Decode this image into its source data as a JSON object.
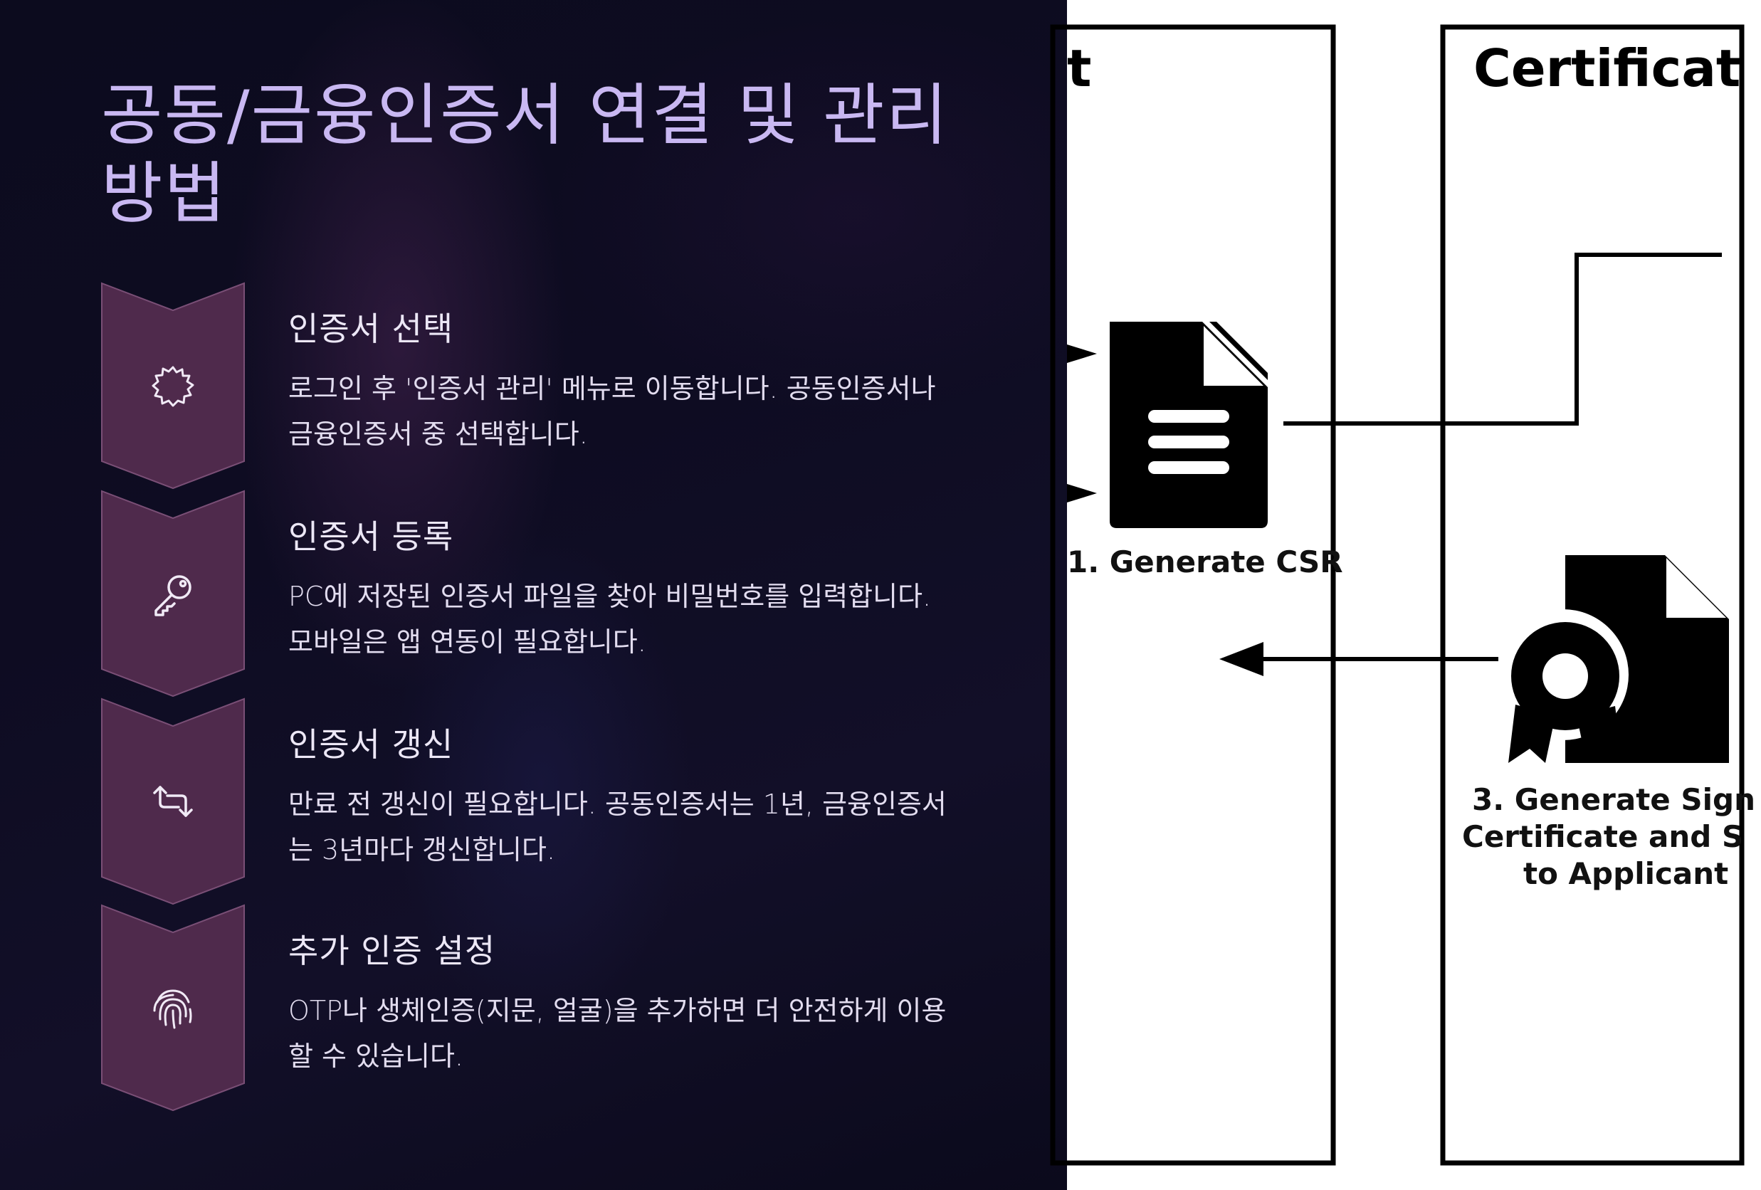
{
  "slide": {
    "title_line1": "공동/금융인증서 연결 및 관리",
    "title_line2": "방법",
    "colors": {
      "background": "#0d0c20",
      "title": "#c9b8f2",
      "chevron_fill": "#4f2a4c",
      "chevron_stroke": "#7a4f76"
    },
    "steps": [
      {
        "heading": "인증서 선택",
        "description_line1": "로그인 후 '인증서 관리' 메뉴로 이동합니다. 공동인증서나",
        "description_line2": "금융인증서 중 선택합니다.",
        "icon": "badge-icon"
      },
      {
        "heading": "인증서 등록",
        "description_line1": "PC에 저장된 인증서 파일을 찾아 비밀번호를 입력합니다.",
        "description_line2": "모바일은 앱 연동이 필요합니다.",
        "icon": "key-icon"
      },
      {
        "heading": "인증서 갱신",
        "description_line1": "만료 전 갱신이 필요합니다. 공동인증서는 1년, 금융인증서",
        "description_line2": "는 3년마다 갱신합니다.",
        "icon": "repeat-icon"
      },
      {
        "heading": "추가 인증 설정",
        "description_line1": "OTP나 생체인증(지문, 얼굴)을 추가하면 더 안전하게 이용",
        "description_line2": "할 수 있습니다.",
        "icon": "fingerprint-icon"
      }
    ]
  },
  "diagram": {
    "left_box_title": "t",
    "right_box_title": "Certificat",
    "label_generate_csr": "1. Generate CSR",
    "label_sign_line1": "3. Generate Sign",
    "label_sign_line2": "Certificate and S",
    "label_sign_line3": "to Applicant",
    "icons": [
      "document-icon",
      "certificate-icon"
    ]
  }
}
